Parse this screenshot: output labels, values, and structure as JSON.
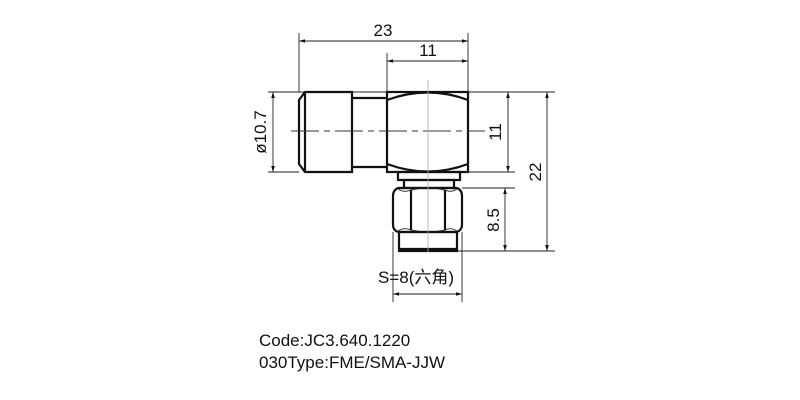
{
  "drawing": {
    "dimensions": {
      "overall_length": "23",
      "body_width": "11",
      "diameter": "ø10.7",
      "body_height": "11",
      "overall_height": "22",
      "hex_height": "8.5",
      "hex_size": "S=8(六角)"
    }
  },
  "caption": {
    "code": "Code:JC3.640.1220",
    "type": "030Type:FME/SMA-JJW"
  }
}
